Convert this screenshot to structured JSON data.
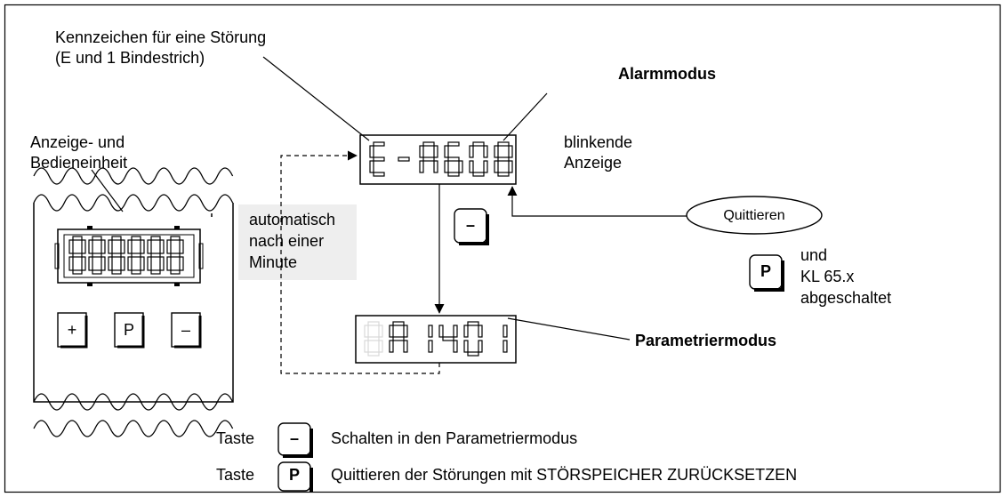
{
  "labels": {
    "fault_marker_line1": "Kennzeichen für eine Störung",
    "fault_marker_line2": "(E und 1 Bindestrich)",
    "alarm_mode": "Alarmmodus",
    "blinking_line1": "blinkende",
    "blinking_line2": "Anzeige",
    "unit_line1": "Anzeige- und",
    "unit_line2": "Bedieneinheit",
    "auto_line1": "automatisch",
    "auto_line2": "nach einer",
    "auto_line3": "Minute",
    "acknowledge": "Quittieren",
    "and_line1": "und",
    "and_line2": "KL 65.x",
    "and_line3": "abgeschaltet",
    "param_mode": "Parametriermodus"
  },
  "displays": {
    "alarm_value": "E-A608",
    "param_value": "A1401",
    "unit_display": "888888"
  },
  "keys": {
    "minus": "–",
    "p": "P",
    "plus": "+"
  },
  "legend": [
    {
      "prefix": "Taste",
      "key": "–",
      "text": "Schalten in den Parametriermodus"
    },
    {
      "prefix": "Taste",
      "key": "P",
      "text": "Quittieren der Störungen mit STÖRSPEICHER ZURÜCKSETZEN"
    }
  ],
  "colors": {
    "line": "#000000",
    "note_background": "#eeeeee",
    "segment_dim": "#d8d8d8"
  }
}
